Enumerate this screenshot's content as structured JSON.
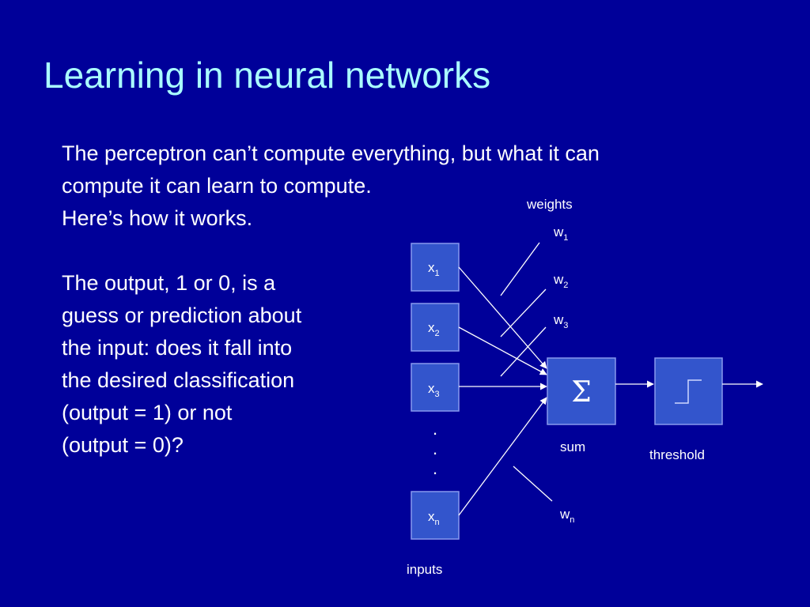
{
  "slide": {
    "title": "Learning in neural networks",
    "intro_lines": [
      "The perceptron can’t compute everything, but what it can",
      "compute it can learn to compute.",
      "Here’s how it works."
    ],
    "question_lines": [
      "The output, 1 or 0, is a",
      "guess or prediction about",
      "the input: does it fall into",
      "the desired classification",
      "(output = 1) or not",
      "(output = 0)?"
    ]
  },
  "diagram": {
    "inputs_label": "inputs",
    "weights_label": "weights",
    "sum_label": "sum",
    "threshold_label": "threshold",
    "sum_symbol": "Σ",
    "ellipsis": ".",
    "inputs": [
      {
        "base": "x",
        "sub": "1"
      },
      {
        "base": "x",
        "sub": "2"
      },
      {
        "base": "x",
        "sub": "3"
      },
      {
        "base": "x",
        "sub": "n"
      }
    ],
    "weights": [
      {
        "base": "w",
        "sub": "1"
      },
      {
        "base": "w",
        "sub": "2"
      },
      {
        "base": "w",
        "sub": "3"
      },
      {
        "base": "w",
        "sub": "n"
      }
    ]
  }
}
